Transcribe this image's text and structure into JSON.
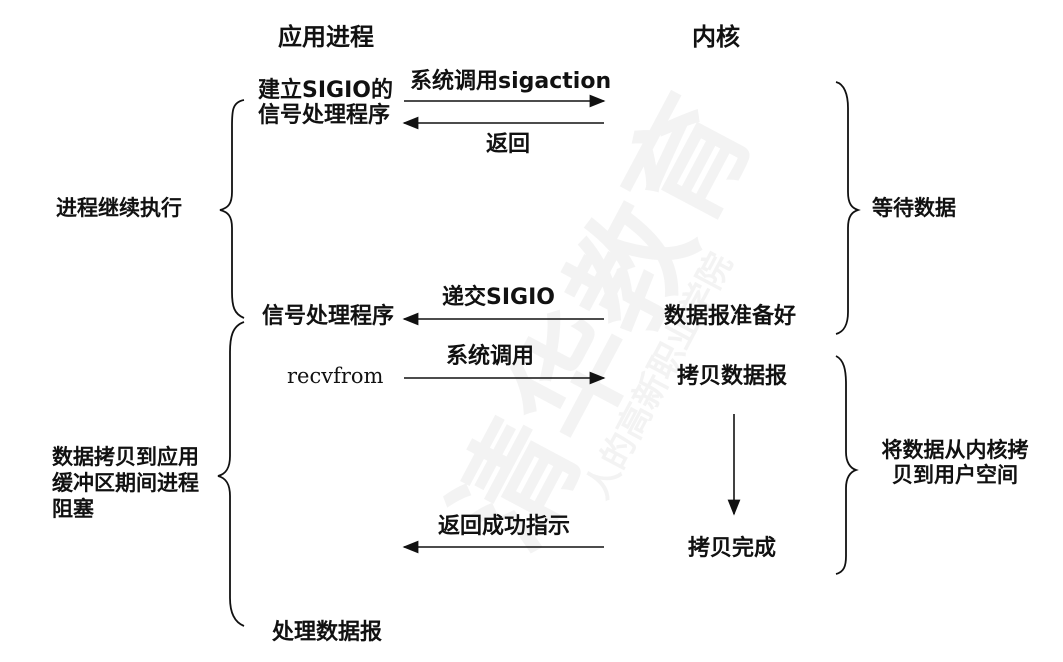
{
  "headers": {
    "app_process": "应用进程",
    "kernel": "内核"
  },
  "left_phases": {
    "continue": "进程继续执行",
    "blocked": "数据拷贝到应用缓冲区期间进程阻塞"
  },
  "right_phases": {
    "wait": "等待数据",
    "copy": "将数据从内核拷贝到用户空间"
  },
  "app_steps": {
    "setup_handler": "建立SIGIO的信号处理程序",
    "signal_handler": "信号处理程序",
    "recvfrom": "recvfrom",
    "process_data": "处理数据报"
  },
  "arrow_labels": {
    "syscall_sigaction": "系统调用sigaction",
    "return": "返回",
    "deliver_sigio": "递交SIGIO",
    "syscall": "系统调用",
    "return_success": "返回成功指示"
  },
  "kernel_steps": {
    "datagram_ready": "数据报准备好",
    "copy_datagram": "拷贝数据报",
    "copy_complete": "拷贝完成"
  },
  "watermark": {
    "main": "清华教育",
    "sub": "人的高新职业学院"
  }
}
